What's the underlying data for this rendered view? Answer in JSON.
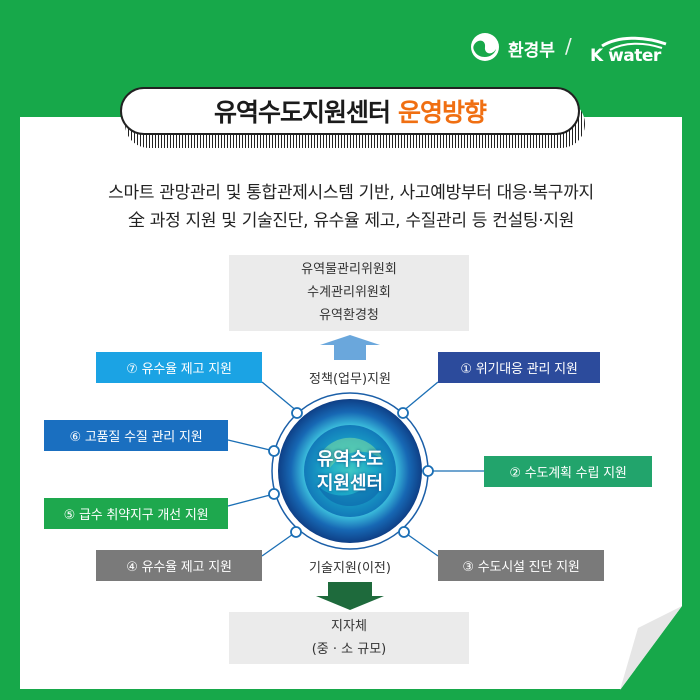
{
  "header": {
    "ministry": "환경부",
    "separator": "/",
    "company": "K water"
  },
  "title": {
    "part1": "유역수도지원센터",
    "part2": "운영방향",
    "part2_color": "#f06f12"
  },
  "description": {
    "line1": "스마트 관망관리 및 통합관제시스템 기반, 사고예방부터 대응·복구까지",
    "line2": "全 과정 지원 및 기술진단, 유수율 제고, 수질관리 등 컨설팅·지원"
  },
  "top_box": {
    "lines": [
      "유역물관리위원회",
      "수계관리위원회",
      "유역환경청"
    ]
  },
  "policy_label": "정책(업무)지원",
  "tech_label": "기술지원(이전)",
  "bottom_box": {
    "lines": [
      "지자체",
      "(중 · 소 규모)"
    ]
  },
  "center": {
    "line1": "유역수도",
    "line2": "지원센터"
  },
  "supports": [
    {
      "id": "1",
      "label": "① 위기대응 관리 지원",
      "color": "#2c4b9c"
    },
    {
      "id": "2",
      "label": "② 수도계획 수립 지원",
      "color": "#22a46c"
    },
    {
      "id": "3",
      "label": "③ 수도시설 진단 지원",
      "color": "#7a7a7a"
    },
    {
      "id": "4",
      "label": "④ 유수율 제고 지원",
      "color": "#7a7a7a"
    },
    {
      "id": "5",
      "label": "⑤ 급수 취약지구 개선 지원",
      "color": "#1ea84e"
    },
    {
      "id": "6",
      "label": "⑥ 고품질 수질 관리 지원",
      "color": "#1a6fc0"
    },
    {
      "id": "7",
      "label": "⑦ 유수율 제고 지원",
      "color": "#1ba3e4"
    }
  ],
  "colors": {
    "background": "#17a84a",
    "sheet": "#ffffff",
    "arrow_up": "#6aa7dc",
    "arrow_down": "#1e6a3c"
  }
}
